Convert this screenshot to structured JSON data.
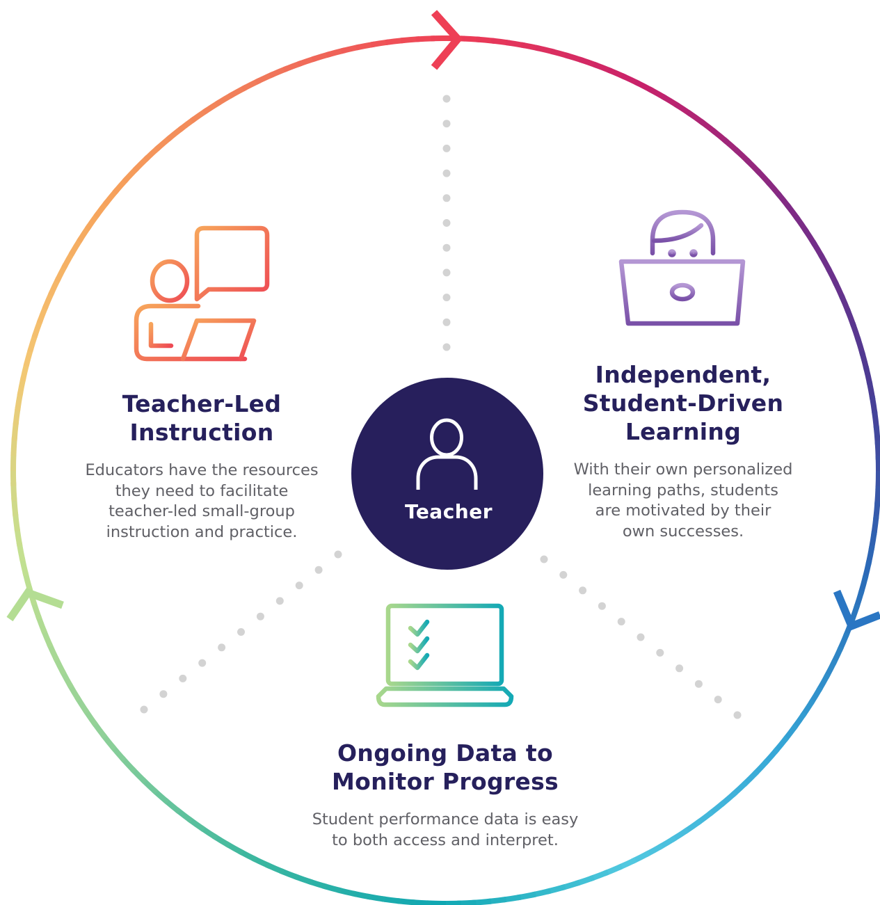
{
  "center": {
    "label": "Teacher"
  },
  "blocks": {
    "teacher_led": {
      "title": [
        "Teacher-Led",
        "Instruction"
      ],
      "desc": [
        "Educators have the resources",
        "they need to facilitate",
        "teacher-led small-group",
        "instruction and practice."
      ]
    },
    "independent": {
      "title": [
        "Independent,",
        "Student-Driven",
        "Learning"
      ],
      "desc": [
        "With their own personalized",
        "learning paths, students",
        "are motivated by their",
        "own successes."
      ]
    },
    "data": {
      "title": [
        "Ongoing Data to",
        "Monitor Progress"
      ],
      "desc": [
        "Student performance data is easy",
        "to both access and interpret."
      ]
    }
  },
  "icons": {
    "teacher_led": "teacher-at-laptop-with-speech-bubble-icon",
    "independent": "student-with-laptop-icon",
    "data": "checklist-laptop-icon",
    "center": "person-icon"
  },
  "colors": {
    "title": "#26205c",
    "body": "#606066",
    "center_fill": "#271f5c",
    "dots": "#d3d3d3",
    "ring": [
      "#ee3d55",
      "#c8216a",
      "#7f2a85",
      "#4b3b93",
      "#2a6bb8",
      "#35a6d6",
      "#52c8e0",
      "#10a7b2",
      "#3cb79f",
      "#8fd098",
      "#c2e191",
      "#f4c773",
      "#f6a15b",
      "#f0785a"
    ]
  }
}
